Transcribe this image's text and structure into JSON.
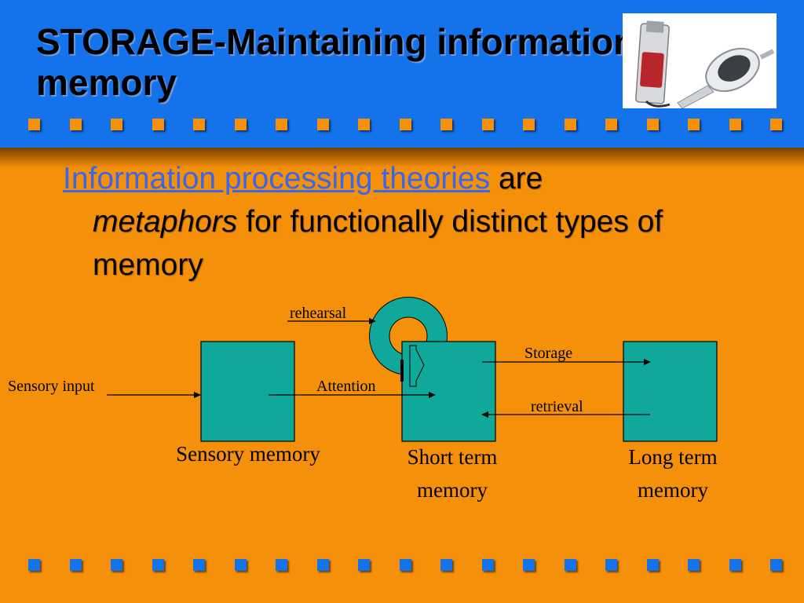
{
  "slide": {
    "title": "STORAGE-Maintaining information in memory",
    "colors": {
      "header": "#1472EA",
      "body": "#F5900B",
      "box": "#10A89A",
      "link": "#3A66E8"
    }
  },
  "thumbnail": {
    "icon": "usb-flash-drive-and-mouse-photo"
  },
  "bullet": {
    "link_text": "Information processing theories",
    "are": "are",
    "italic": "metaphors",
    "rest": "for functionally distinct types of memory"
  },
  "diagram": {
    "sensory_input": "Sensory input",
    "attention": "Attention",
    "rehearsal": "rehearsal",
    "storage": "Storage",
    "retrieval": "retrieval",
    "sensory_memory": "Sensory memory",
    "short_term_line1": "Short term",
    "short_term_line2": "memory",
    "long_term_line1": "Long term",
    "long_term_line2": "memory"
  }
}
